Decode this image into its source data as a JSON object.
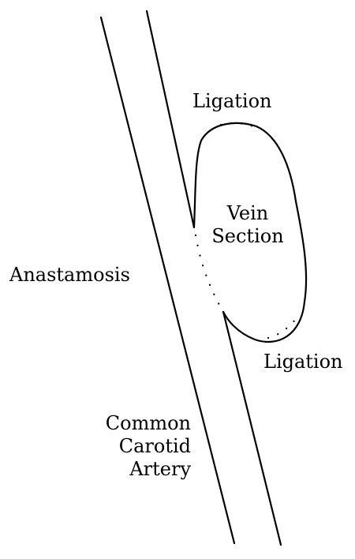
{
  "labels": {
    "ligation_top": "Ligation",
    "vein_section": [
      "Vein",
      "Section"
    ],
    "anastamosis": "Anastamosis",
    "ligation_bottom": "Ligation",
    "artery": [
      "Common",
      "Carotid",
      "Artery"
    ]
  }
}
